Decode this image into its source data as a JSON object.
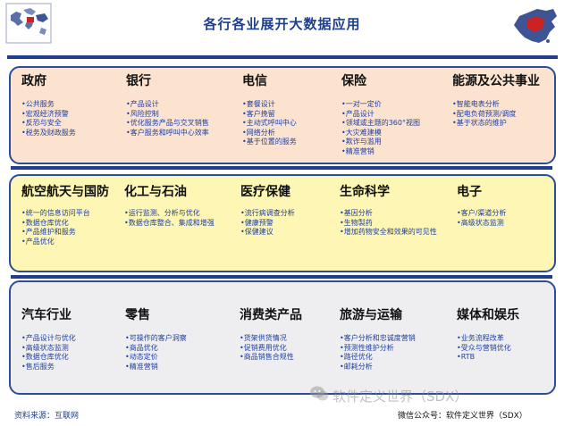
{
  "title": "各行各业展开大数据应用",
  "colors": {
    "accent": "#1f3f8c",
    "panel1": "#fbe3cf",
    "panel2": "#fdf6b4",
    "panel3": "#eeeef0",
    "item_text": "#1f3fa0"
  },
  "panels": [
    {
      "columns": [
        {
          "title": "政府",
          "items": [
            "•公共服务",
            "•宏观经济预警",
            "•反恐与安全",
            "•税务及财政服务"
          ]
        },
        {
          "title": "银行",
          "items": [
            "•产品设计",
            "•风险控制",
            "•优化服务产品与交叉销售",
            "•客户服务和呼叫中心效率"
          ]
        },
        {
          "title": "电信",
          "items": [
            "•套餐设计",
            "•客户挽留",
            "•主动式呼叫中心",
            "•网络分析",
            "•基于位置的服务"
          ]
        },
        {
          "title": "保险",
          "items": [
            "•一对一定价",
            "•产品设计",
            "•领域或主题的360°视图",
            "•大灾难建模",
            "•欺诈与滥用",
            "•精准营销"
          ]
        },
        {
          "title": "能源及公共事业",
          "items": [
            "•智能电表分析",
            "•配电负荷预测/调度",
            "•基于状态的维护"
          ]
        }
      ]
    },
    {
      "columns": [
        {
          "title": "航空航天与国防",
          "items": [
            "•统一的信息访问平台",
            "•数据仓库优化",
            "•产品维护和服务",
            "•产品优化"
          ]
        },
        {
          "title": "化工与石油",
          "items": [
            "•运行监测、分析与优化",
            "•数据仓库整合、集成和增强"
          ]
        },
        {
          "title": "医疗保健",
          "items": [
            "•流行病调查分析",
            "•健康预警",
            "•保健建议"
          ]
        },
        {
          "title": "生命科学",
          "items": [
            "•基因分析",
            "•生物製药",
            "•增加药物安全和效果的可见性"
          ]
        },
        {
          "title": "电子",
          "items": [
            "•客户/渠道分析",
            "•高级状态监测"
          ]
        }
      ]
    },
    {
      "columns": [
        {
          "title": "汽车行业",
          "items": [
            "•产品设计与优化",
            "•高级状态监测",
            "•数据仓库优化",
            "•售后服务"
          ]
        },
        {
          "title": "零售",
          "items": [
            "•可操作的客户洞察",
            "•商品优化",
            "•动态定价",
            "•精准营销"
          ]
        },
        {
          "title": "消费类产品",
          "items": [
            "•货架供货情况",
            "•促销费用优化",
            "•商品销售合规性"
          ]
        },
        {
          "title": "旅游与运输",
          "items": [
            "•客户分析和忠诚度营销",
            "•预测性维护分析",
            "•路径优化",
            "•邮耗分析"
          ]
        },
        {
          "title": "媒体和娱乐",
          "items": [
            "•业务流程改革",
            "•受众与营销优化",
            "•RTB"
          ]
        }
      ]
    }
  ],
  "footer": {
    "source": "资料来源：互联网",
    "wechat": "微信公众号：软件定义世界（SDX）",
    "watermark": "软件定义世界（SDX）"
  },
  "icons": {
    "map_left": "world-map-icon",
    "map_right": "china-map-icon",
    "watermark_icon": "wechat-icon"
  }
}
